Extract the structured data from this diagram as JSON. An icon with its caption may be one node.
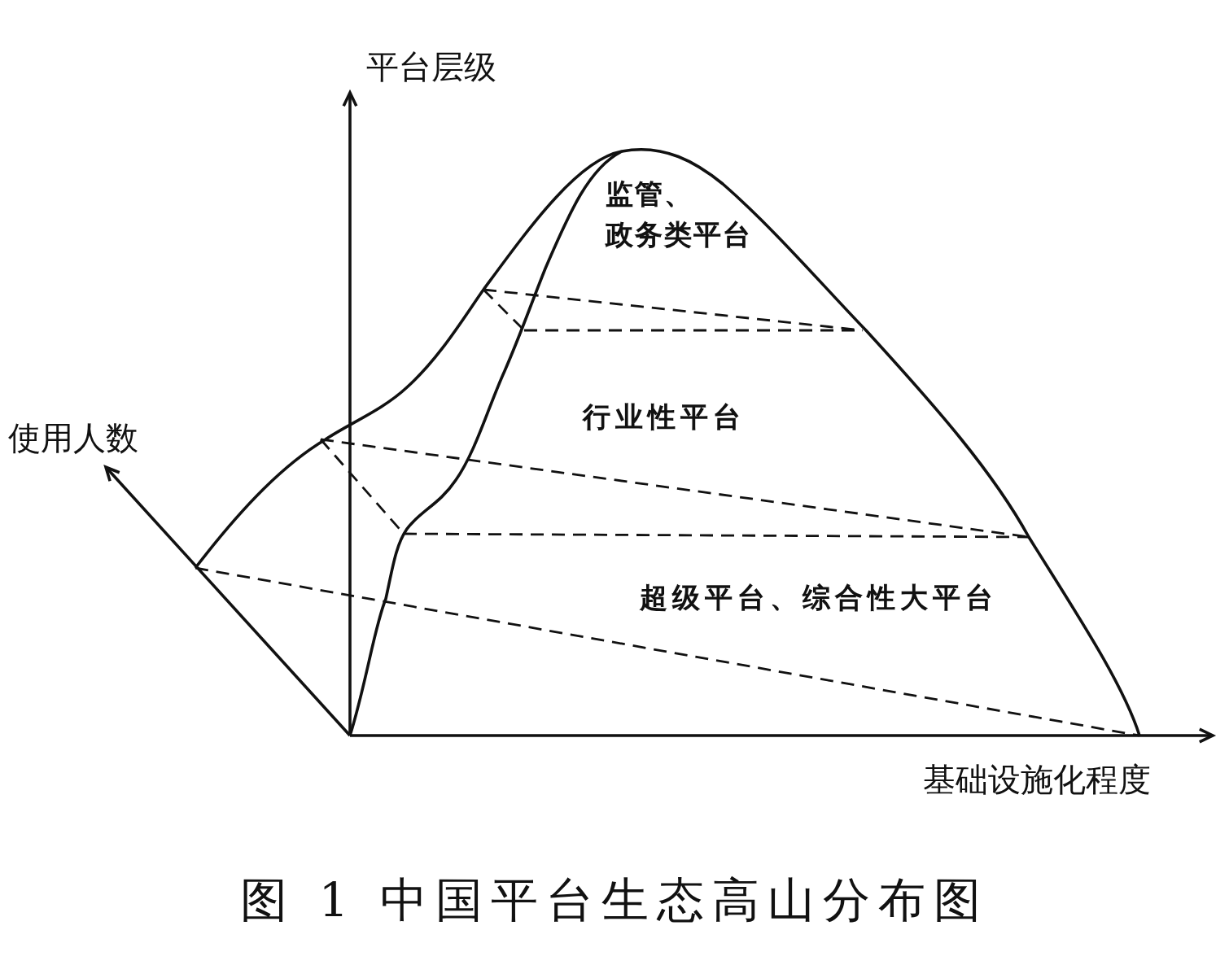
{
  "diagram": {
    "caption": "图 1 中国平台生态高山分布图",
    "labels": [
      "平台层级",
      "监管、政务类平台",
      "行业性平台",
      "使用人数",
      "超级平台、综合性大平台",
      "基础设施化程度"
    ]
  }
}
